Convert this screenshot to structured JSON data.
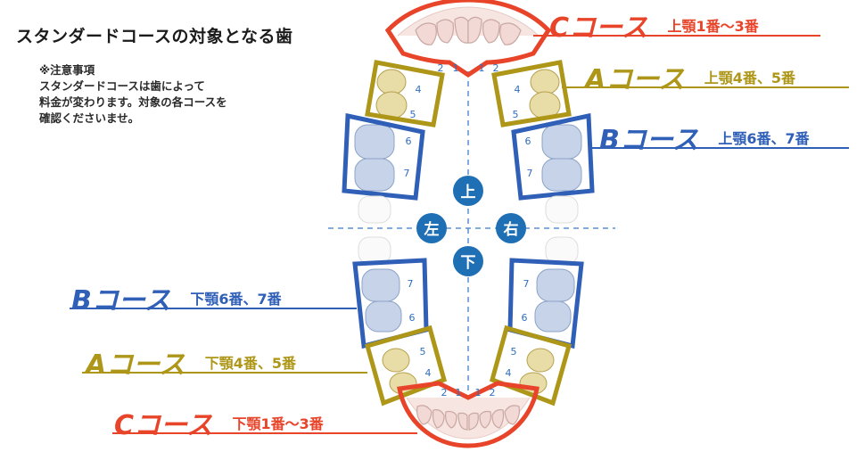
{
  "title": "スタンダードコースの対象となる歯",
  "note": {
    "line1": "※注意事項",
    "line2": "スタンダードコースは歯によって",
    "line3": "料金が変わります。対象の各コースを",
    "line4": "確認くださいませ。"
  },
  "courses": {
    "c_upper": {
      "name": "Cコース",
      "detail": "上顎1番〜3番"
    },
    "a_upper": {
      "name": "Aコース",
      "detail": "上顎4番、5番"
    },
    "b_upper": {
      "name": "Bコース",
      "detail": "上顎6番、7番"
    },
    "b_lower": {
      "name": "Bコース",
      "detail": "下顎6番、7番"
    },
    "a_lower": {
      "name": "Aコース",
      "detail": "下顎4番、5番"
    },
    "c_lower": {
      "name": "Cコース",
      "detail": "下顎1番〜3番"
    }
  },
  "directions": {
    "up": "上",
    "down": "下",
    "left": "左",
    "right": "右"
  },
  "tooth_numbers": [
    "1",
    "2",
    "4",
    "5",
    "6",
    "7"
  ],
  "colors": {
    "c": "#e8442a",
    "a": "#ad9618",
    "b": "#2f5fb7",
    "badge": "#1f6fb5"
  }
}
